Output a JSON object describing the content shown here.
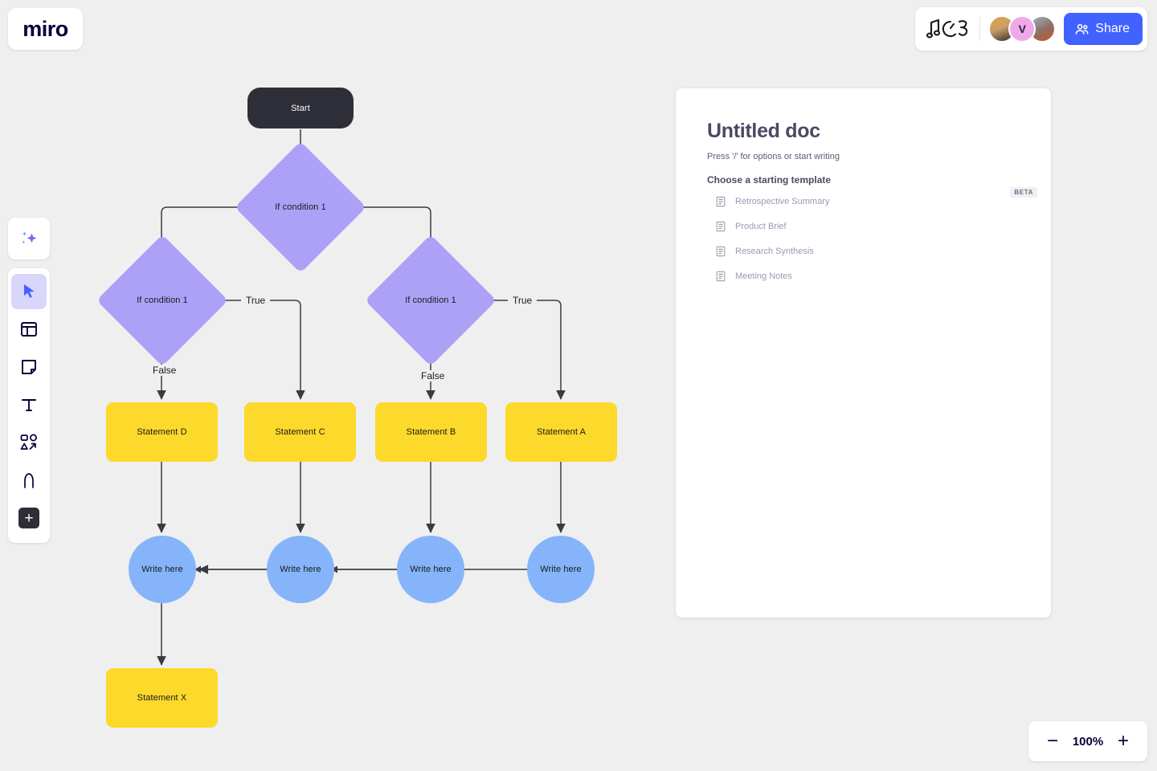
{
  "app": {
    "logo": "miro"
  },
  "topbar": {
    "doodle_icon": "music-doodle-icon",
    "avatars": [
      {
        "name": "collaborator-1",
        "initial": ""
      },
      {
        "name": "collaborator-2",
        "initial": "V"
      },
      {
        "name": "collaborator-3",
        "initial": ""
      }
    ],
    "share_label": "Share"
  },
  "toolbar": {
    "items": [
      {
        "name": "ai-sparkle",
        "icon": "sparkle-icon",
        "active": false
      },
      {
        "name": "select",
        "icon": "cursor-icon",
        "active": true
      },
      {
        "name": "templates",
        "icon": "template-icon",
        "active": false
      },
      {
        "name": "sticky-note",
        "icon": "sticky-note-icon",
        "active": false
      },
      {
        "name": "text",
        "icon": "text-icon",
        "active": false
      },
      {
        "name": "shapes",
        "icon": "shapes-icon",
        "active": false
      },
      {
        "name": "pen",
        "icon": "pen-icon",
        "active": false
      },
      {
        "name": "more",
        "icon": "plus-icon",
        "active": false
      }
    ]
  },
  "flow": {
    "nodes": {
      "start": "Start",
      "cond_top": "If condition 1",
      "cond_left": "If condition 1",
      "cond_right": "If condition 1",
      "stmt_d": "Statement D",
      "stmt_c": "Statement C",
      "stmt_b": "Statement B",
      "stmt_a": "Statement A",
      "stmt_x": "Statement X",
      "circle_1": "Write here",
      "circle_2": "Write here",
      "circle_3": "Write here",
      "circle_4": "Write here"
    },
    "labels": {
      "true_left": "True",
      "false_left": "False",
      "true_right": "True",
      "false_right": "False"
    },
    "colors": {
      "start": "#2e2e38",
      "decision": "#aca1f7",
      "process": "#fcd92b",
      "terminal": "#85b4fa",
      "connector": "#3a3a44",
      "canvas": "#efefef"
    }
  },
  "doc": {
    "badge": "BETA",
    "title": "Untitled doc",
    "hint": "Press '/' for options or start writing",
    "subtitle": "Choose a starting template",
    "templates": [
      {
        "label": "Retrospective Summary",
        "icon": "document-icon"
      },
      {
        "label": "Product Brief",
        "icon": "document-icon"
      },
      {
        "label": "Research Synthesis",
        "icon": "document-icon"
      },
      {
        "label": "Meeting Notes",
        "icon": "document-icon"
      }
    ]
  },
  "zoom": {
    "minus": "−",
    "value": "100%",
    "plus": "+"
  }
}
